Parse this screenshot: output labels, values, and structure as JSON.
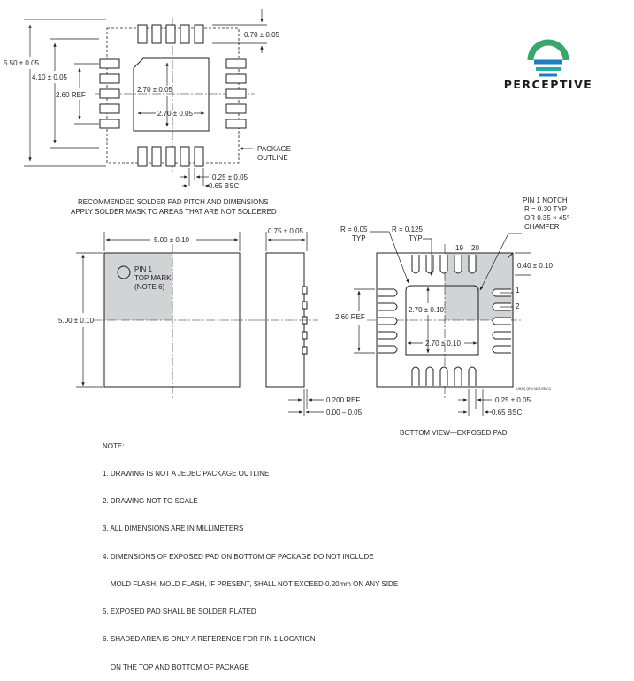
{
  "brand": {
    "name": "PERCEPTIVE"
  },
  "top_view_dims": {
    "pad_row_spacing": "0.70 ± 0.05",
    "overall": "5.50 ± 0.05",
    "pad_span": "4.10 ± 0.05",
    "ref": "2.60 REF",
    "ep_height": "2.70 ± 0.05",
    "ep_width": "2.70 ± 0.05",
    "package_outline_1": "PACKAGE",
    "package_outline_2": "OUTLINE",
    "pad_width": "0.25 ± 0.05",
    "pitch": "0.65 BSC",
    "caption_1": "RECOMMENDED SOLDER PAD PITCH AND DIMENSIONS",
    "caption_2": "APPLY SOLDER MASK TO AREAS THAT ARE NOT SOLDERED"
  },
  "package_top": {
    "width": "5.00 ± 0.10",
    "height": "5.00 ± 0.10",
    "pin1_line1": "PIN 1",
    "pin1_line2": "TOP MARK",
    "pin1_line3": "(NOTE 6)"
  },
  "side_view": {
    "height": "0.75 ± 0.05",
    "ref": "0.200 REF",
    "standoff": "0.00 – 0.05"
  },
  "bottom_view": {
    "r005": "R = 0.05",
    "r005_typ": "TYP",
    "r0125": "R = 0.125",
    "r0125_typ": "TYP",
    "pin19": "19",
    "pin20": "20",
    "notch1": "PIN 1 NOTCH",
    "notch2": "R = 0.30 TYP",
    "notch3": "OR 0.35 × 45°",
    "notch4": "CHAMFER",
    "edge": "0.40 ± 0.10",
    "pin1": "1",
    "pin2": "2",
    "ref": "2.60 REF",
    "ep_height": "2.70 ± 0.10",
    "ep_width": "2.70 ± 0.10",
    "pad_width": "0.25 ± 0.05",
    "pitch": "0.65 BSC",
    "doc_code": "(UH20) QFN 0406 REV D",
    "caption": "BOTTOM VIEW—EXPOSED PAD"
  },
  "notes": [
    "NOTE:",
    "1. DRAWING IS NOT A JEDEC PACKAGE OUTLINE",
    "2. DRAWING NOT TO SCALE",
    "3. ALL DIMENSIONS ARE IN MILLIMETERS",
    "4. DIMENSIONS OF EXPOSED PAD ON BOTTOM OF PACKAGE DO NOT INCLUDE",
    "    MOLD FLASH. MOLD FLASH, IF PRESENT, SHALL NOT EXCEED 0.20mm ON ANY SIDE",
    "5. EXPOSED PAD SHALL BE SOLDER PLATED",
    "6. SHADED AREA IS ONLY A REFERENCE FOR PIN 1 LOCATION",
    "    ON THE TOP AND BOTTOM OF PACKAGE"
  ],
  "colors": {
    "ink": "#231f20",
    "shade": "#d2d3d5",
    "logo_green": "#3aa66a",
    "logo_blue": "#1f7fbf",
    "logo_teal": "#2aa9a0"
  }
}
